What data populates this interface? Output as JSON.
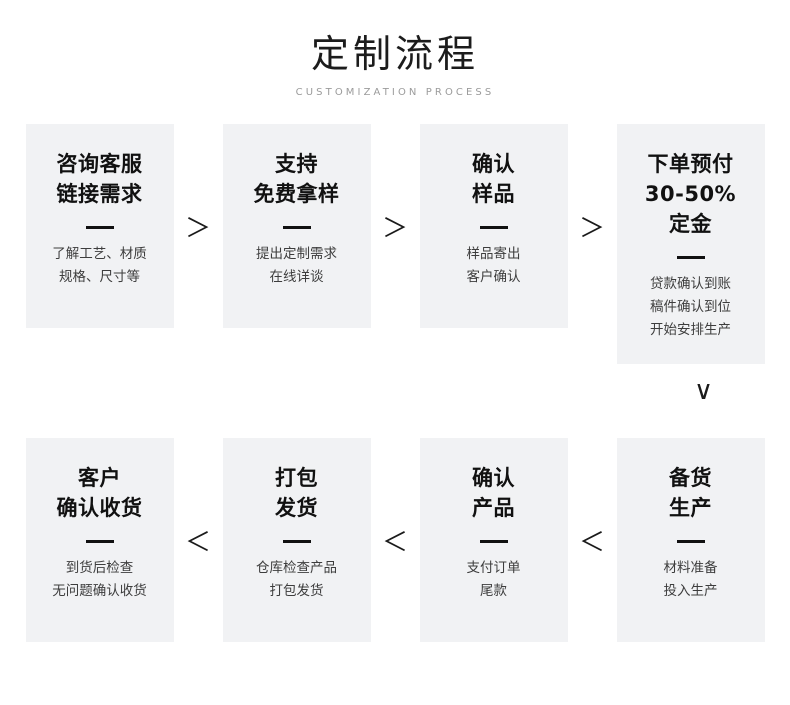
{
  "header": {
    "title": "定制流程",
    "subtitle": "CUSTOMIZATION PROCESS"
  },
  "colors": {
    "card_bg": "#f1f2f4",
    "page_bg": "#ffffff",
    "title_text": "#111111",
    "desc_text": "#3d3d3d",
    "subtitle_text": "#9b9b9b",
    "divider": "#111111"
  },
  "flow": {
    "row_top": {
      "steps": [
        {
          "title_lines": [
            "咨询客服",
            "链接需求"
          ],
          "title_l1": "咨询客服",
          "title_l2": "链接需求",
          "title_l3": "",
          "desc_lines": [
            "了解工艺、材质",
            "规格、尺寸等"
          ],
          "desc_l1": "了解工艺、材质",
          "desc_l2": "规格、尺寸等",
          "desc_l3": ""
        },
        {
          "title_lines": [
            "支持",
            "免费拿样"
          ],
          "title_l1": "支持",
          "title_l2": "免费拿样",
          "title_l3": "",
          "desc_lines": [
            "提出定制需求",
            "在线详谈"
          ],
          "desc_l1": "提出定制需求",
          "desc_l2": "在线详谈",
          "desc_l3": ""
        },
        {
          "title_lines": [
            "确认",
            "样品"
          ],
          "title_l1": "确认",
          "title_l2": "样品",
          "title_l3": "",
          "desc_lines": [
            "样品寄出",
            "客户确认"
          ],
          "desc_l1": "样品寄出",
          "desc_l2": "客户确认",
          "desc_l3": ""
        },
        {
          "title_lines": [
            "下单预付",
            "30-50%",
            "定金"
          ],
          "title_l1": "下单预付",
          "title_l2": "30-50%",
          "title_l3": "定金",
          "desc_lines": [
            "贷款确认到账",
            "稿件确认到位",
            "开始安排生产"
          ],
          "desc_l1": "贷款确认到账",
          "desc_l2": "稿件确认到位",
          "desc_l3": "开始安排生产"
        }
      ],
      "arrows": [
        "＞",
        "＞",
        "＞"
      ],
      "arrow_1": "＞",
      "arrow_2": "＞",
      "arrow_3": "＞"
    },
    "connector_down": "∨",
    "row_bottom": {
      "steps": [
        {
          "title_lines": [
            "客户",
            "确认收货"
          ],
          "title_l1": "客户",
          "title_l2": "确认收货",
          "title_l3": "",
          "desc_lines": [
            "到货后检查",
            "无问题确认收货"
          ],
          "desc_l1": "到货后检查",
          "desc_l2": "无问题确认收货",
          "desc_l3": ""
        },
        {
          "title_lines": [
            "打包",
            "发货"
          ],
          "title_l1": "打包",
          "title_l2": "发货",
          "title_l3": "",
          "desc_lines": [
            "仓库检查产品",
            "打包发货"
          ],
          "desc_l1": "仓库检查产品",
          "desc_l2": "打包发货",
          "desc_l3": ""
        },
        {
          "title_lines": [
            "确认",
            "产品"
          ],
          "title_l1": "确认",
          "title_l2": "产品",
          "title_l3": "",
          "desc_lines": [
            "支付订单",
            "尾款"
          ],
          "desc_l1": "支付订单",
          "desc_l2": "尾款",
          "desc_l3": ""
        },
        {
          "title_lines": [
            "备货",
            "生产"
          ],
          "title_l1": "备货",
          "title_l2": "生产",
          "title_l3": "",
          "desc_lines": [
            "材料准备",
            "投入生产"
          ],
          "desc_l1": "材料准备",
          "desc_l2": "投入生产",
          "desc_l3": ""
        }
      ],
      "arrows": [
        "＜",
        "＜",
        "＜"
      ],
      "arrow_1": "＜",
      "arrow_2": "＜",
      "arrow_3": "＜"
    }
  }
}
